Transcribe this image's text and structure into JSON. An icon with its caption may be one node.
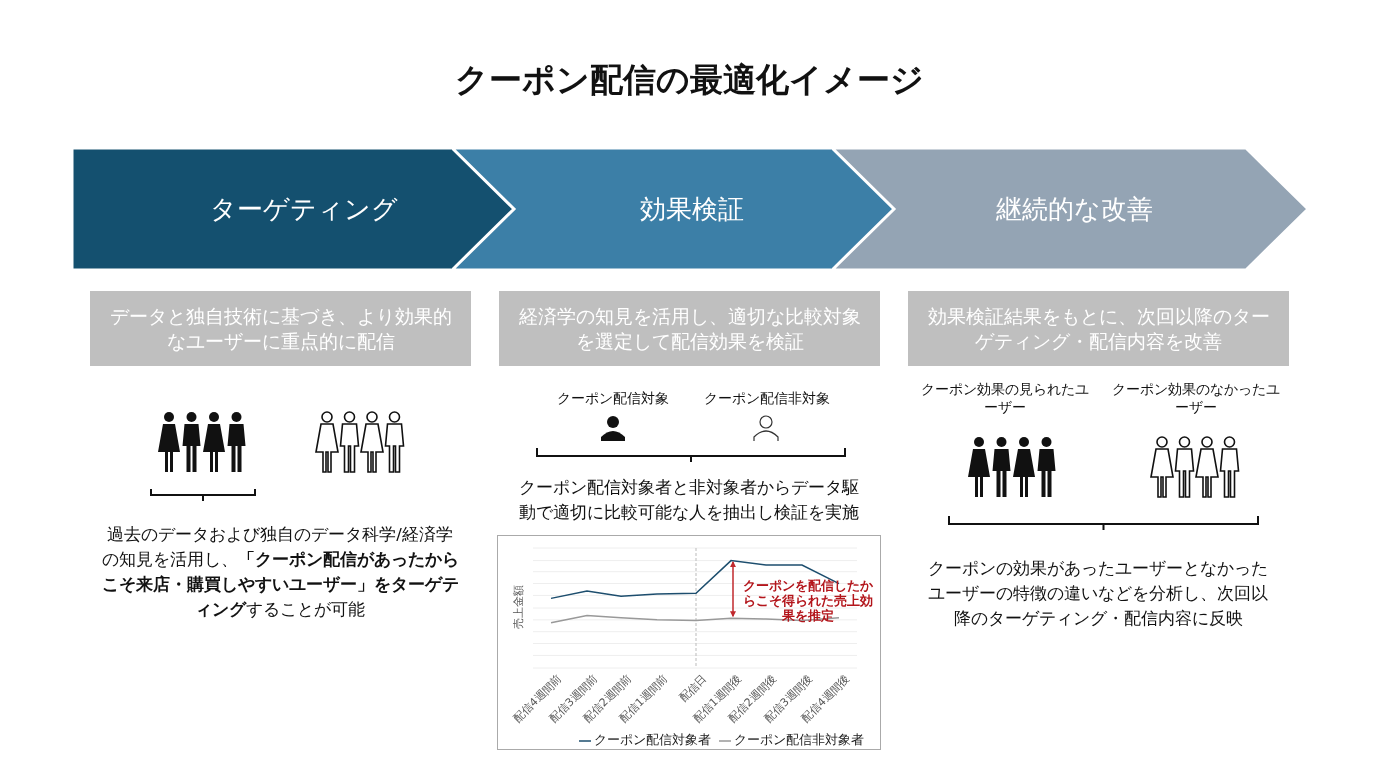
{
  "diagram": {
    "title": "クーポン配信の最適化イメージ",
    "nodes": [
      {
        "text": [
          "ターゲティング"
        ]
      },
      {
        "text": [
          "効果検証"
        ]
      },
      {
        "text": [
          "継続的な改善"
        ]
      },
      {
        "text": [
          "データと独自技術に基づき、より効果的なユーザーに重点的に配信"
        ]
      },
      {
        "text": [
          "経済学の知見を活用し、適切な比較対象を選定して配信効果を検証"
        ]
      },
      {
        "text": [
          "効果検証結果をもとに、次回以降のターゲティング・配信内容を改善"
        ]
      }
    ],
    "edges": [],
    "labels": [
      "過去のデータおよび独自のデータ科学/経済学の知見を活用し、**「クーポン配信があったからこそ来店・購買しやすいユーザー」をターゲティング**することが可能",
      "クーポン配信対象",
      "クーポン配信非対象",
      "クーポン配信対象者と非対象者からデータ駆動で適切に比較可能な人を抽出し検証を実施",
      "売上金額",
      "クーポンを配信したからこそ得られた売上効果を推定",
      "配信4週間前",
      "配信3週間前",
      "配信2週間前",
      "配信1週間前",
      "配信日",
      "配信1週間後",
      "配信2週間後",
      "配信3週間後",
      "配信4週間後",
      "クーポン配信対象者",
      "クーポン配信非対象者",
      "クーポン効果の見られたユーザー",
      "クーポン効果のなかったユーザー",
      "クーポンの効果があったユーザーとなかったユーザーの特徴の違いなどを分析し、次回以降のターゲティング・配信内容に反映"
    ]
  }
}
